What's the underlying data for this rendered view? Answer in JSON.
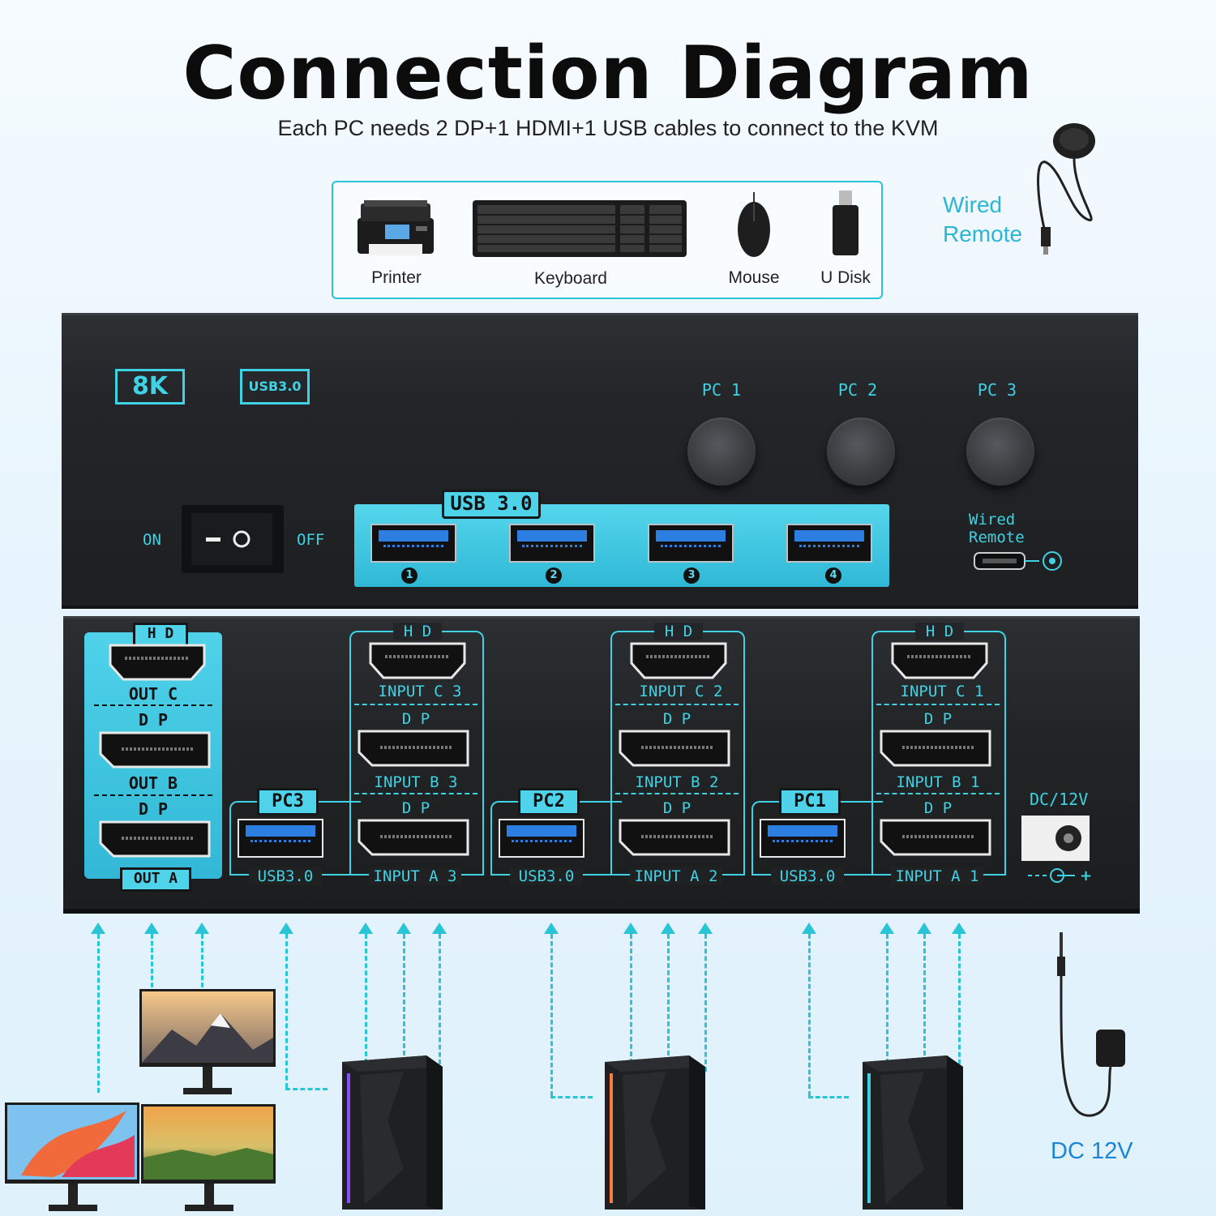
{
  "title": "Connection Diagram",
  "subtitle": "Each PC needs 2 DP+1 HDMI+1 USB cables to connect to the KVM",
  "accessories": {
    "items": [
      {
        "label": "Printer",
        "icon": "printer-icon"
      },
      {
        "label": "Keyboard",
        "icon": "keyboard-icon"
      },
      {
        "label": "Mouse",
        "icon": "mouse-icon"
      },
      {
        "label": "U Disk",
        "icon": "usb-disk-icon"
      }
    ]
  },
  "wired_remote": {
    "line1": "Wired",
    "line2": "Remote"
  },
  "front_panel": {
    "badge_8k": "8K",
    "badge_usb": "USB3.0",
    "pc_buttons": [
      "PC 1",
      "PC 2",
      "PC 3"
    ],
    "switch_on": "ON",
    "switch_off": "OFF",
    "usb_header": "USB 3.0",
    "usb_ports": [
      "1",
      "2",
      "3",
      "4"
    ],
    "remote_line1": "Wired",
    "remote_line2": "Remote"
  },
  "back_panel": {
    "output": {
      "hd": "H D",
      "out_c": "OUT C",
      "dp1": "D P",
      "out_b": "OUT B",
      "dp2": "D P",
      "out_a": "OUT A"
    },
    "groups": [
      {
        "pc": "PC3",
        "hd": "H D",
        "input_c": "INPUT C 3",
        "dp1": "D P",
        "input_b": "INPUT B 3",
        "dp2": "D P",
        "usb": "USB3.0",
        "input_a": "INPUT A 3"
      },
      {
        "pc": "PC2",
        "hd": "H D",
        "input_c": "INPUT C 2",
        "dp1": "D P",
        "input_b": "INPUT B 2",
        "dp2": "D P",
        "usb": "USB3.0",
        "input_a": "INPUT A 2"
      },
      {
        "pc": "PC1",
        "hd": "H D",
        "input_c": "INPUT C 1",
        "dp1": "D P",
        "input_b": "INPUT B 1",
        "dp2": "D P",
        "usb": "USB3.0",
        "input_a": "INPUT A 1"
      }
    ],
    "dc_label": "DC/12V"
  },
  "power": {
    "label": "DC 12V"
  },
  "colors": {
    "accent": "#3fd2e4",
    "arrow": "#29c4d6",
    "device": "#222426",
    "dc_text": "#1b86d6"
  }
}
